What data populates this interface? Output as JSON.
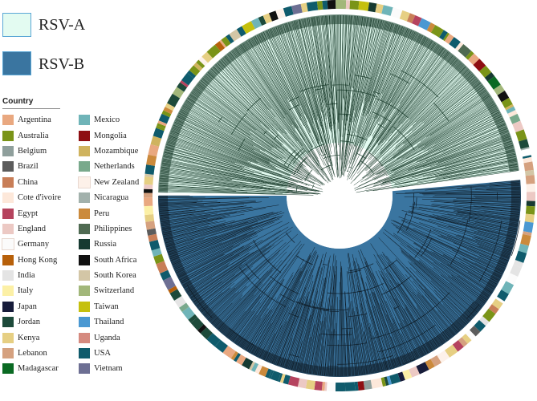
{
  "legend": {
    "rsv_a": {
      "label": "RSV-A",
      "color": "#e3fbf1",
      "border": "#5aa7d6"
    },
    "rsv_b": {
      "label": "RSV-B",
      "color": "#3a75a0",
      "border": "#5aa7d6"
    }
  },
  "country_legend": {
    "title": "Country",
    "items": [
      {
        "name": "Argentina",
        "color": "#e9a880"
      },
      {
        "name": "Australia",
        "color": "#7a9418"
      },
      {
        "name": "Belgium",
        "color": "#8f9f9c"
      },
      {
        "name": "Brazil",
        "color": "#5c5c5c"
      },
      {
        "name": "China",
        "color": "#c87e57"
      },
      {
        "name": "Cote d'ivoire",
        "color": "#fde8da"
      },
      {
        "name": "Egypt",
        "color": "#b5435e"
      },
      {
        "name": "England",
        "color": "#ecc9c4"
      },
      {
        "name": "Germany",
        "color": "#fbfbfb"
      },
      {
        "name": "Hong Kong",
        "color": "#b7600a"
      },
      {
        "name": "India",
        "color": "#e4e4e4"
      },
      {
        "name": "Italy",
        "color": "#fcf0a6"
      },
      {
        "name": "Japan",
        "color": "#171c3a"
      },
      {
        "name": "Jordan",
        "color": "#1d4a3a"
      },
      {
        "name": "Kenya",
        "color": "#e6cf83"
      },
      {
        "name": "Lebanon",
        "color": "#d5a17f"
      },
      {
        "name": "Madagascar",
        "color": "#0a6a23"
      },
      {
        "name": "Mexico",
        "color": "#6fb4b8"
      },
      {
        "name": "Mongolia",
        "color": "#8e0e12"
      },
      {
        "name": "Mozambique",
        "color": "#cfb35e"
      },
      {
        "name": "Netherlands",
        "color": "#79a98c"
      },
      {
        "name": "New Zealand",
        "color": "#fdf1e9"
      },
      {
        "name": "Nicaragua",
        "color": "#a2b1ac"
      },
      {
        "name": "Peru",
        "color": "#cb8a3c"
      },
      {
        "name": "Philippines",
        "color": "#4f6a52"
      },
      {
        "name": "Russia",
        "color": "#163a31"
      },
      {
        "name": "South Africa",
        "color": "#111111"
      },
      {
        "name": "South Korea",
        "color": "#d3c6a6"
      },
      {
        "name": "Switzerland",
        "color": "#a2b77a"
      },
      {
        "name": "Taiwan",
        "color": "#c5c00e"
      },
      {
        "name": "Thailand",
        "color": "#4a98d2"
      },
      {
        "name": "Uganda",
        "color": "#d58a7f"
      },
      {
        "name": "USA",
        "color": "#0f5b6c"
      },
      {
        "name": "Vietnam",
        "color": "#6d6f93"
      }
    ]
  }
}
